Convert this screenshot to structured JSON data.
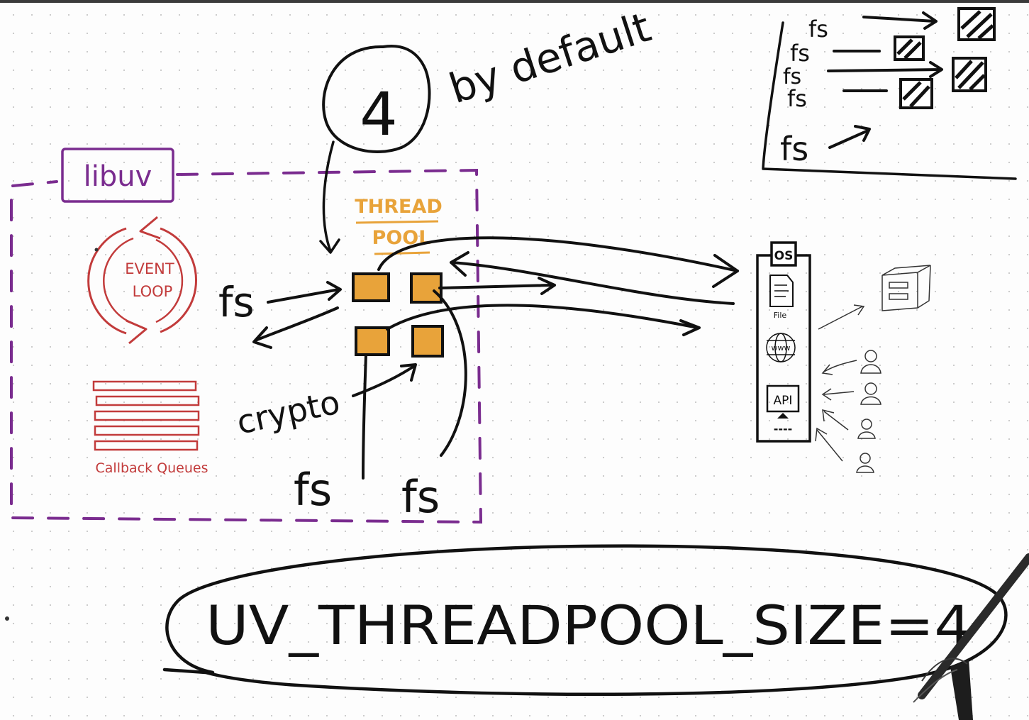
{
  "libuv": {
    "title": "libuv",
    "event_loop_line1": "EVENT",
    "event_loop_line2": "LOOP",
    "callback_queues_label": "Callback Queues"
  },
  "thread_pool": {
    "title_line1": "THREAD",
    "title_line2": "POOL",
    "thread_count": "4",
    "default_note": "by default"
  },
  "tasks": {
    "fs_left": "fs",
    "crypto": "crypto",
    "fs_bottom_left": "fs",
    "fs_bottom_right": "fs"
  },
  "queue_inset": {
    "labels": [
      "fs",
      "fs",
      "fs",
      "fs",
      "fs"
    ]
  },
  "os": {
    "label": "OS",
    "file_label": "File",
    "www_label": "www",
    "api_label": "API",
    "dots": "----"
  },
  "env_setting": {
    "text": "UV_THREADPOOL_SIZE=4"
  },
  "colors": {
    "libuv_purple": "#7a2c8f",
    "thread_orange": "#e8a33a",
    "event_loop_red": "#c23b3b",
    "ink": "#111111"
  }
}
